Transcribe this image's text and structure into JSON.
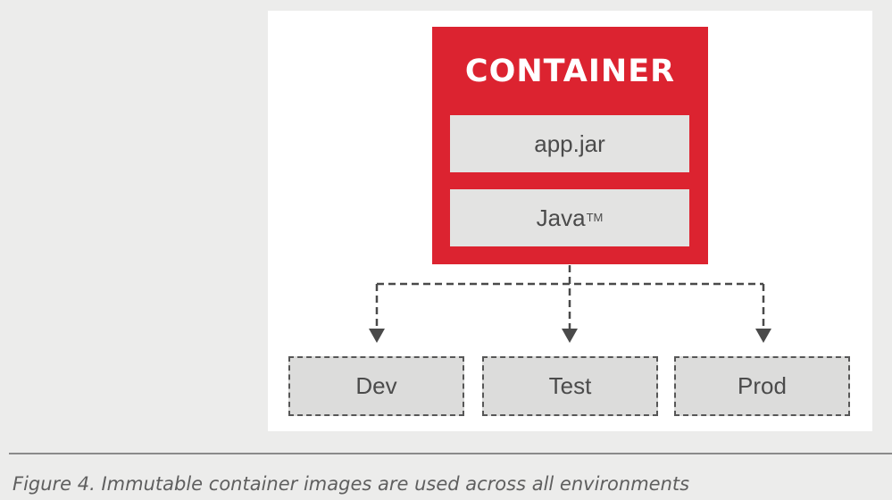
{
  "diagram": {
    "container_title": "CONTAINER",
    "layers": [
      {
        "label": "app.jar"
      },
      {
        "label": "Java",
        "superscript": "TM"
      }
    ],
    "environments": [
      {
        "label": "Dev"
      },
      {
        "label": "Test"
      },
      {
        "label": "Prod"
      }
    ]
  },
  "caption": "Figure 4. Immutable container images are used across all environments",
  "colors": {
    "container_red": "#dc2330",
    "layer_gray": "#e3e3e2",
    "env_gray": "#dcdcdb",
    "connector": "#4a4a4a"
  }
}
